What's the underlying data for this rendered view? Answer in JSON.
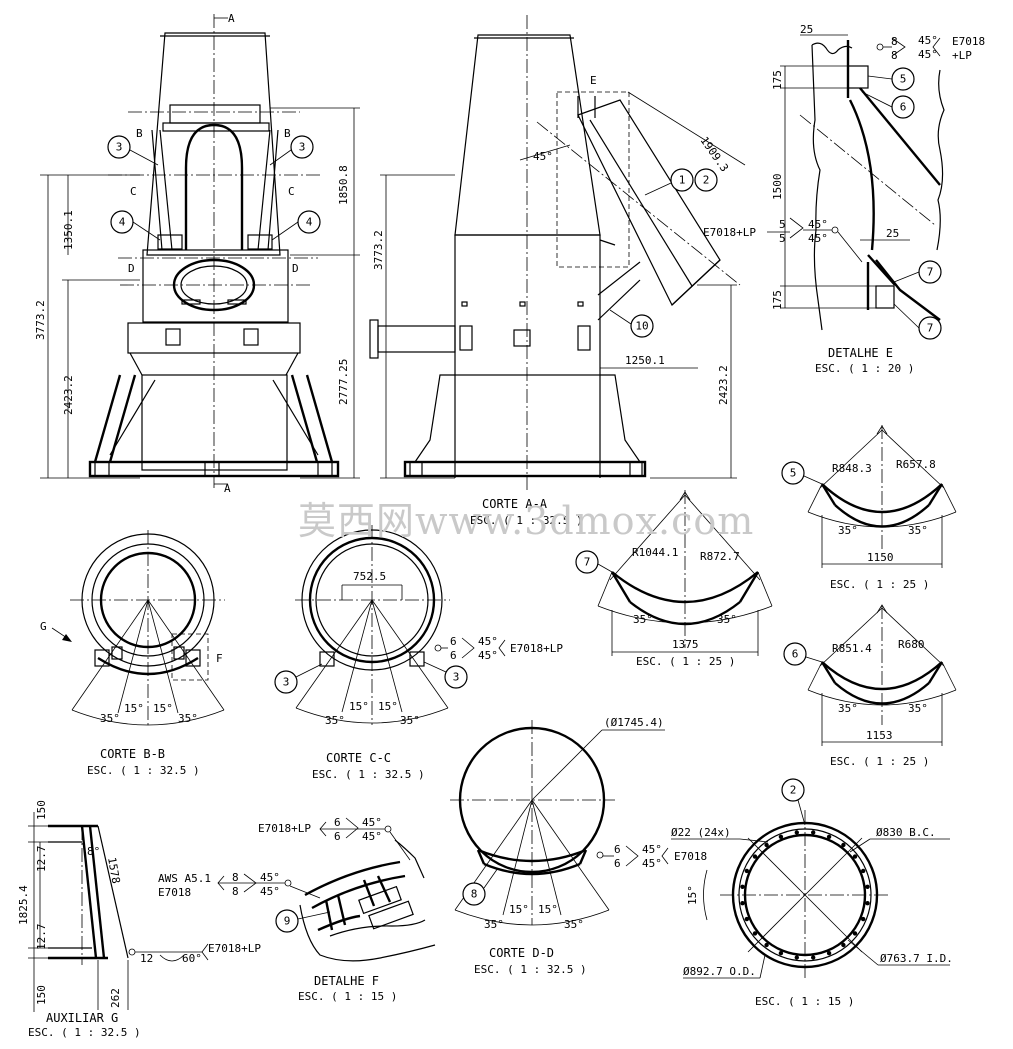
{
  "watermark": "莫西网www.3dmox.com",
  "views": {
    "corte_aa": {
      "title": "CORTE A-A",
      "scale": "ESC. ( 1 : 32.5 )"
    },
    "corte_bb": {
      "title": "CORTE B-B",
      "scale": "ESC. ( 1 : 32.5 )"
    },
    "corte_cc": {
      "title": "CORTE C-C",
      "scale": "ESC. ( 1 : 32.5 )"
    },
    "corte_dd": {
      "title": "CORTE D-D",
      "scale": "ESC. ( 1 : 32.5 )"
    },
    "detalhe_e": {
      "title": "DETALHE E",
      "scale": "ESC. ( 1 : 20 )"
    },
    "detalhe_f": {
      "title": "DETALHE F",
      "scale": "ESC. ( 1 : 15 )"
    },
    "auxiliar_g": {
      "title": "AUXILIAR G",
      "scale": "ESC. ( 1 : 32.5 )"
    },
    "part5": {
      "scale": "ESC. ( 1 : 25 )"
    },
    "part6": {
      "scale": "ESC. ( 1 : 25 )"
    },
    "part7": {
      "scale": "ESC. ( 1 : 25 )"
    },
    "part2": {
      "scale": "ESC. ( 1 : 15 )"
    }
  },
  "dims": {
    "front_3773": "3773.2",
    "front_2423": "2423.2",
    "front_1350": "1350.1",
    "front_1850": "1850.8",
    "front_2777": "2777.25",
    "side_3773": "3773.2",
    "side_1909": "1909.3",
    "side_1250": "1250.1",
    "side_2423": "2423.2",
    "e_25a": "25",
    "e_175a": "175",
    "e_1500": "1500",
    "e_25b": "25",
    "e_175b": "175",
    "c_752": "752.5",
    "p5_r1": "R848.3",
    "p5_r2": "R657.8",
    "p5_w": "1150",
    "p6_r1": "R851.4",
    "p6_r2": "R680",
    "p6_w": "1153",
    "p7_r1": "R1044.1",
    "p7_r2": "R872.7",
    "p7_w": "1375",
    "dd_dia": "(Ø1745.4)",
    "g_150a": "150",
    "g_127a": "12.7",
    "g_1825": "1825.4",
    "g_127b": "12.7",
    "g_150b": "150",
    "g_1578": "1578",
    "g_262": "262",
    "g_8": "8°",
    "f2_holes": "Ø22 (24x)",
    "f2_bc": "Ø830 B.C.",
    "f2_id": "Ø763.7 I.D.",
    "f2_od": "Ø892.7 O.D.",
    "f2_ang": "15°"
  },
  "angles": {
    "a35": "35°",
    "a15": "15°",
    "a45": "45°",
    "a60": "60°"
  },
  "section_marks": {
    "a": "A",
    "b": "B",
    "c": "C",
    "d": "D",
    "e": "E",
    "f": "F",
    "g": "G"
  },
  "balloons": {
    "b1": "1",
    "b2": "2",
    "b3": "3",
    "b4": "4",
    "b5": "5",
    "b6": "6",
    "b7": "7",
    "b8": "8",
    "b9": "9",
    "b10": "10"
  },
  "weld": {
    "e7018lp": "E7018+LP",
    "e7018": "E7018",
    "lp": "+LP",
    "aws": "AWS A5.1",
    "w5": "5",
    "w6": "6",
    "w8": "8",
    "w12": "12"
  }
}
